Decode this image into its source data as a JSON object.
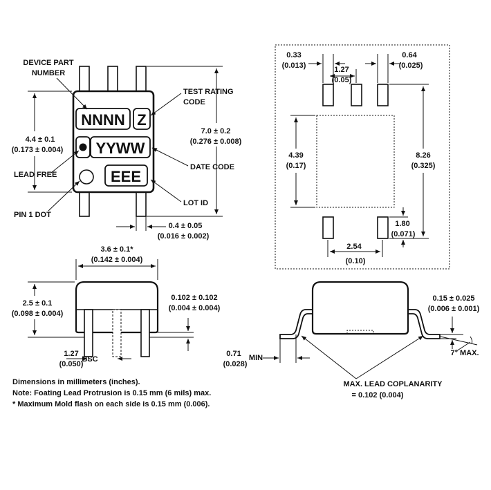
{
  "marking": {
    "part": "NNNN",
    "rating": "Z",
    "date": "YYWW",
    "lot": "EEE"
  },
  "callouts": {
    "device_part_1": "DEVICE PART",
    "device_part_2": "NUMBER",
    "test_rating_1": "TEST RATING",
    "test_rating_2": "CODE",
    "lead_free": "LEAD FREE",
    "date_code": "DATE CODE",
    "pin1_dot": "PIN 1 DOT",
    "lot_id": "LOT ID",
    "max_lead_coplanarity": "MAX. LEAD COPLANARITY",
    "coplanarity_value": "= 0.102 (0.004)"
  },
  "dimensions": {
    "height_mm": "4.4 ± 0.1",
    "height_in": "(0.173 ± 0.004)",
    "length_mm": "7.0 ± 0.2",
    "length_in": "(0.276 ± 0.008)",
    "lead_w_mm": "0.4 ± 0.05",
    "lead_w_in": "(0.016 ± 0.002)",
    "body_len_mm": "3.6 ± 0.1*",
    "body_len_in": "(0.142 ± 0.004)",
    "body_h_mm": "2.5 ± 0.1",
    "body_h_in": "(0.098 ± 0.004)",
    "standoff_mm": "0.102 ± 0.102",
    "standoff_in": "(0.004 ± 0.004)",
    "pitch_mm": "1.27",
    "pitch_in": "(0.050)",
    "pitch_bsc": "BSC",
    "lead_t_mm": "0.15 ± 0.025",
    "lead_t_in": "(0.006 ± 0.001)",
    "foot_mm": "0.71",
    "foot_in": "(0.028)",
    "foot_min": "MIN",
    "angle": "7° MAX."
  },
  "footprint": {
    "pad_w_mm": "0.33",
    "pad_w_in": "(0.013)",
    "pitch_mm": "1.27",
    "pitch_in": "(0.05)",
    "gap_mm": "0.64",
    "gap_in": "(0.025)",
    "width_mm": "4.39",
    "width_in": "(0.17)",
    "span_mm": "8.26",
    "span_in": "(0.325)",
    "pad_len_mm": "1.80",
    "pad_len_in": "(0.071)",
    "row_mm": "2.54",
    "row_in": "(0.10)"
  },
  "notes": {
    "line1": "Dimensions in millimeters (inches).",
    "line2": "Note: Foating Lead Protrusion is 0.15 mm (6 mils) max.",
    "line3": "* Maximum Mold flash on each side is 0.15 mm (0.006)."
  }
}
